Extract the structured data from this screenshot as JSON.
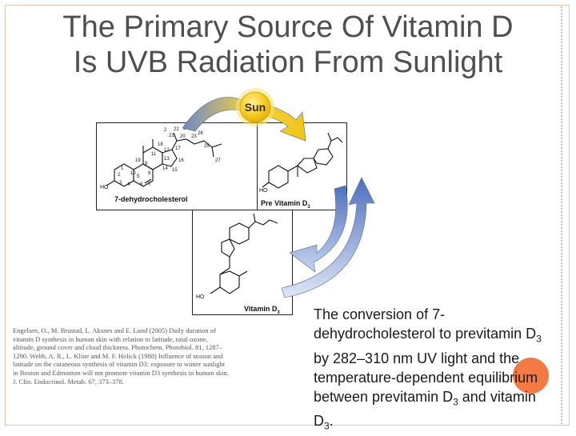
{
  "slide": {
    "title_line1": "The Primary Source Of Vitamin D",
    "title_line2": "Is UVB Radiation From Sunlight"
  },
  "diagram": {
    "sun_label": "Sun",
    "panels": [
      {
        "id": "seven_dhc",
        "label": "7-dehydrocholesterol"
      },
      {
        "id": "pre_vitamin",
        "label_main": "Pre Vitamin D",
        "label_sub": "3"
      },
      {
        "id": "vitamin",
        "label_main": "Vitamin D",
        "label_sub": "3"
      }
    ],
    "atom_numbers": [
      "2",
      "22",
      "24",
      "21",
      "20",
      "23",
      "26",
      "25",
      "18",
      "12",
      "17",
      "11",
      "13",
      "16",
      "19",
      "14",
      "15",
      "9",
      "1",
      "10",
      "8",
      "2",
      "5",
      "3",
      "4",
      "6",
      "7",
      "27"
    ],
    "ho_label": "HO"
  },
  "caption": {
    "text_1": "The conversion of 7-dehydrocholesterol to previtamin D",
    "sub_1": "3",
    "text_2": " by 282–310 nm UV light and the temperature-dependent equilibrium between previtamin D",
    "sub_2": "3",
    "text_3": " and vitamin D",
    "sub_3": "3",
    "text_4": "."
  },
  "references": {
    "text": "Engelsen, O., M. Brustad, L. Aksnes and E. Lund (2005) Daily duration of vitamin D synthesis in human skin with relation to latitude, total ozone, altitude, ground cover and cloud thickness. Photochem. Photobiol. 81, 1287–1290. Webb, A. R., L. Kline and M. F. Holick (1988) Influence of season and latitude on the cutaneous synthesis of vitamin D3: exposure to winter sunlight in Boston and Edmonton will not promote vitamin D3 synthesis in human skin. J. Clin. Endocrinol. Metab. 67, 373–378."
  },
  "colors": {
    "title_text": "#4f4f4f",
    "sun_fill": "#f2c617",
    "arrow_blue": "#5d7fc2",
    "accent_orange": "#f26b2e"
  }
}
